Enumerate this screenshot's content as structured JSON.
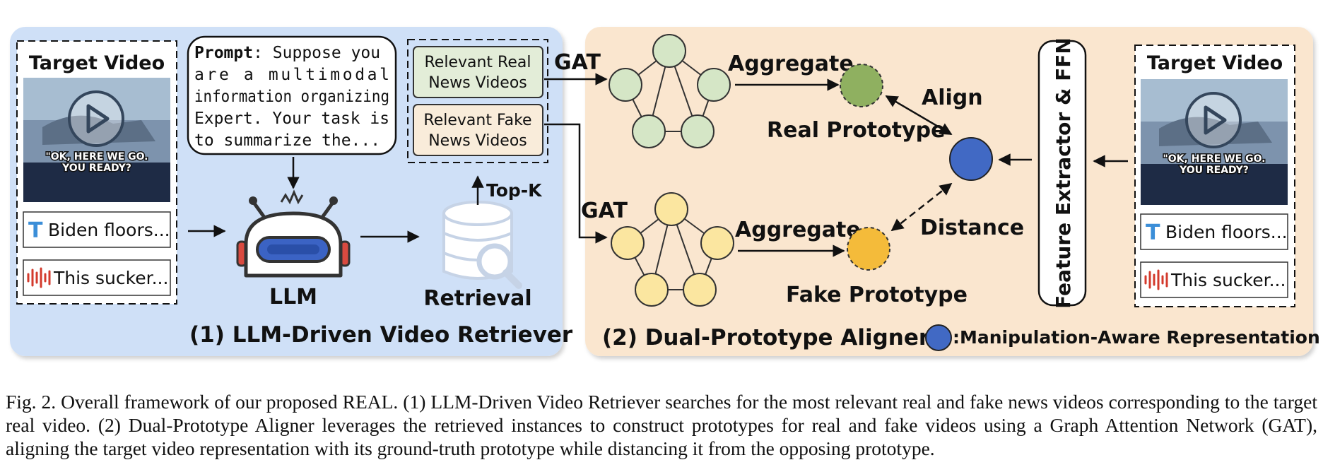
{
  "panel1": {
    "title": "(1) LLM-Driven Video Retriever",
    "target_video_label": "Target Video",
    "video_caption_line1": "\"OK, HERE WE GO.",
    "video_caption_line2": "YOU READY?",
    "text_modality": "Biden floors...",
    "audio_modality": "This sucker...",
    "prompt_keyword": "Prompt",
    "prompt_lines": [
      "Suppose you",
      "are a multimodal",
      "information organizing",
      "Expert. Your task is",
      "to summarize the..."
    ],
    "llm_label": "LLM",
    "retrieval_label": "Retrieval",
    "topk_label": "Top-K",
    "real_videos_line1": "Relevant Real",
    "real_videos_line2": "News Videos",
    "fake_videos_line1": "Relevant Fake",
    "fake_videos_line2": "News Videos"
  },
  "panel2": {
    "title": "(2) Dual-Prototype Aligner",
    "legend_text": ":Manipulation-Aware Representation",
    "gat_top": "GAT",
    "gat_bottom": "GAT",
    "aggregate_top": "Aggregate",
    "aggregate_bottom": "Aggregate",
    "real_prototype": "Real Prototype",
    "fake_prototype": "Fake Prototype",
    "align_label": "Align",
    "distance_label": "Distance",
    "feature_extractor": "Feature Extractor & FFN",
    "target_video_label": "Target Video",
    "video_caption_line1": "\"OK, HERE WE GO.",
    "video_caption_line2": "YOU READY?",
    "text_modality": "Biden floors...",
    "audio_modality": "This sucker..."
  },
  "colors": {
    "panel1_bg": "#cfe0f7",
    "panel2_bg": "#fae6cf",
    "real_node": "#d5e6c6",
    "real_prototype": "#8fb060",
    "fake_node": "#fbe6a0",
    "fake_prototype": "#f4bb3a",
    "representation": "#4169c4"
  },
  "caption": "Fig. 2.  Overall framework of our proposed REAL. (1) LLM-Driven Video Retriever searches for the most relevant real and fake news videos corresponding to the target real video. (2) Dual-Prototype Aligner leverages the retrieved instances to construct prototypes for real and fake videos using a Graph Attention Network (GAT), aligning the target video representation with its ground-truth prototype while distancing it from the opposing prototype."
}
